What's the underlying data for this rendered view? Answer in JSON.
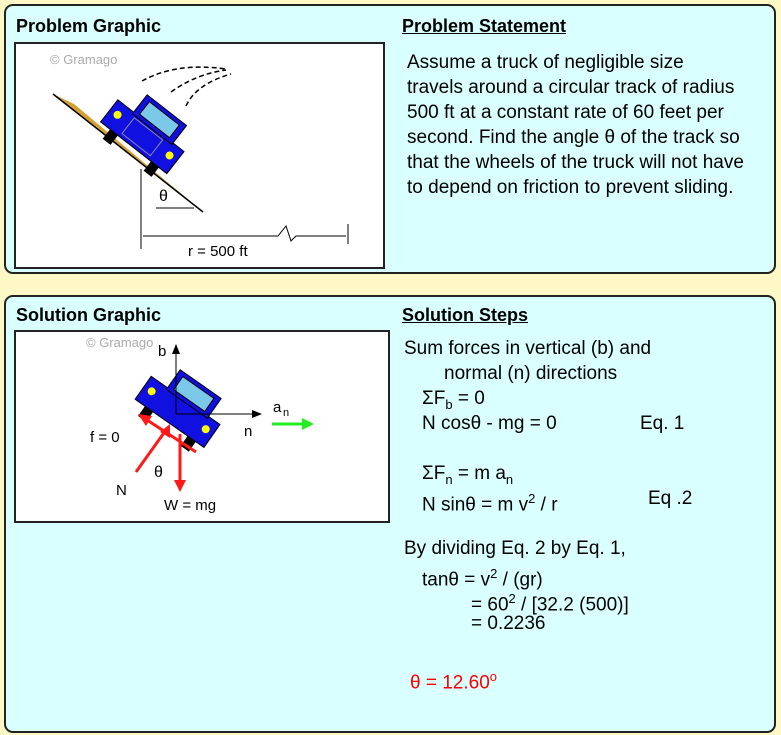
{
  "problem": {
    "graphic_title": "Problem Graphic",
    "statement_title": "Problem Statement",
    "statement": [
      "Assume a truck of negligible size",
      "travels around a circular track of radius",
      "500 ft at a constant rate of 60 feet per",
      "second. Find the angle θ of the track so",
      "that the wheels of the truck will not have",
      "to depend on friction to prevent sliding."
    ],
    "watermark": "© Gramago",
    "theta": "θ",
    "radius_label": "r = 500 ft"
  },
  "solution": {
    "graphic_title": "Solution Graphic",
    "steps_title": "Solution Steps",
    "watermark": "© Gramago",
    "labels": {
      "b": "b",
      "n": "n",
      "a": "a",
      "a_sub": "n",
      "f": "f = 0",
      "N": "N",
      "theta": "θ",
      "W": "W = mg"
    },
    "steps": {
      "l1": "Sum forces in vertical (b) and",
      "l2": "normal (n) directions",
      "l3": "ΣF",
      "l3s": "b",
      "l3e": " = 0",
      "l4": "N cosθ - mg = 0",
      "l4eq": "Eq. 1",
      "l5": "ΣF",
      "l5s": "n",
      "l5e": " = m a",
      "l5s2": "n",
      "l6": "N sinθ = m v",
      "l6sup": "2",
      "l6e": " / r",
      "l6eq": "Eq .2",
      "l7": "By dividing Eq. 2 by Eq. 1,",
      "l8": "tanθ = v",
      "l8sup": "2",
      "l8e": " / (gr)",
      "l9": "= 60",
      "l9sup": "2",
      "l9e": " / [32.2 (500)]",
      "l10": "= 0.2236",
      "answer": "θ = 12.60",
      "answer_sup": "o"
    }
  },
  "colors": {
    "answer": "#ff0000",
    "accel": "#22ee22",
    "force": "#ff1a1a",
    "truck": "#1010e0"
  }
}
